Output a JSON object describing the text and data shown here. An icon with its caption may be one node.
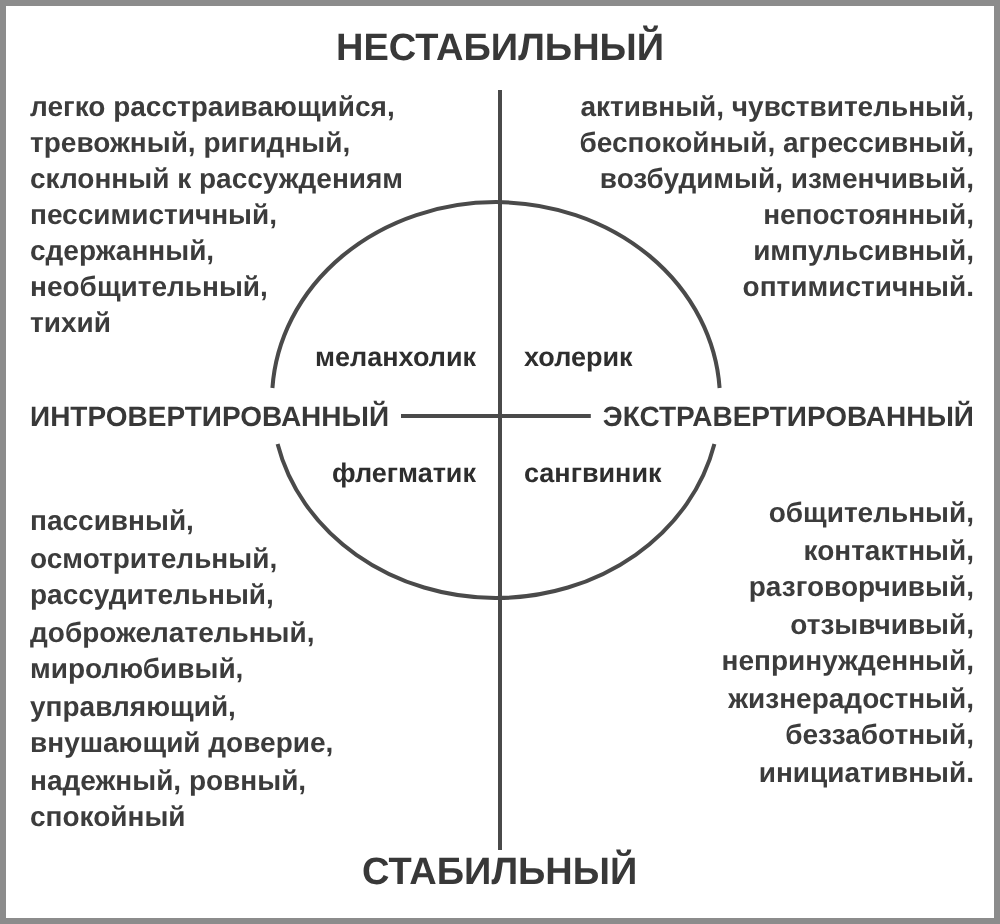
{
  "diagram": {
    "nodes": [
      {
        "text": [
          "меланхолик",
          "холерик",
          "флегматик",
          "сангвиник"
        ]
      }
    ],
    "labels": [
      "НЕСТАБИЛЬНЫЙ",
      "легко расстраивающийся, тревожный, ригидный, склонный к рассуждениям пессимистичный, сдержанный, необщительный, тихий",
      "активный, чувствительный, беспокойный, агрессивный, возбудимый, изменчивый, непостоянный, импульсивный, оптимистичный.",
      "ИНТРОВЕРТИРОВАННЫЙ",
      "ЭКСТРАВЕРТИРОВАННЫЙ",
      "пассивный, осмотрительный, рассудительный, доброжелательный, миролюбивый, управляющий, внушающий доверие, надежный, ровный, спокойный",
      "общительный, контактный, разговорчивый, отзывчивый, непринужденный, жизнерадостный, беззаботный, инициативный.",
      "СТАБИЛЬНЫЙ"
    ]
  }
}
